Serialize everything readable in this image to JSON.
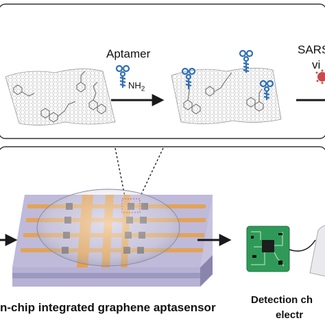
{
  "labels": {
    "aptamer": "Aptamer",
    "nh2_base": "NH",
    "nh2_sub": "2",
    "sars_partial": "SARS",
    "virus_partial": "vi",
    "sensor_caption": "n-chip integrated graphene aptasensor",
    "detection_line1": "Detection ch",
    "detection_line2": "electr"
  },
  "colors": {
    "aptamer_blue": "#2f6fb6",
    "chip_purple": "#a9a4c6",
    "electrode_orange": "#e7a14a",
    "pcb_green": "#2f9a58",
    "virus_red": "#c94a4a",
    "arrow": "#1a1a1a"
  }
}
